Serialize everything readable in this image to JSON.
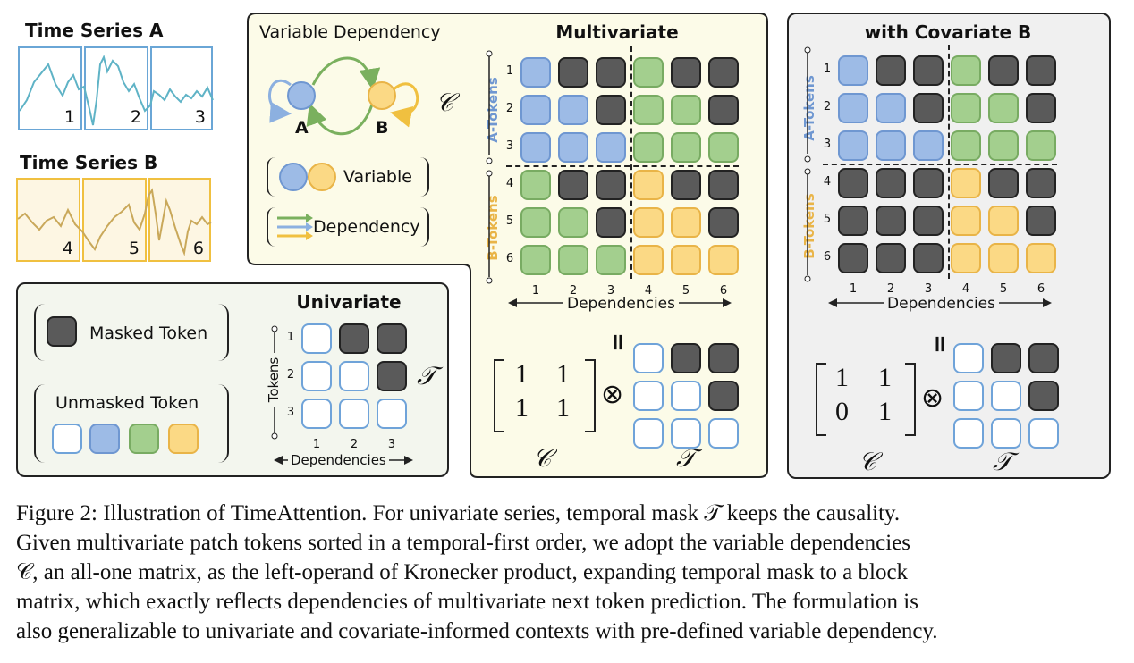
{
  "series_a": {
    "title": "Time Series A",
    "patches": [
      "1",
      "2",
      "3"
    ],
    "color": "#6aa6d6",
    "line_color": "#5fb3c6"
  },
  "series_b": {
    "title": "Time Series B",
    "patches": [
      "4",
      "5",
      "6"
    ],
    "color": "#f0c040",
    "line_color": "#c9a85a"
  },
  "dependency_panel": {
    "title": "Variable Dependency",
    "node_a": "A",
    "node_b": "B",
    "symbol": "𝒞",
    "legend_variable": "Variable",
    "legend_dependency": "Dependency"
  },
  "univariate": {
    "title": "Univariate",
    "masked_label": "Masked Token",
    "unmasked_label": "Unmasked Token",
    "y_label": "Tokens",
    "x_label": "Dependencies",
    "ticks": [
      "1",
      "2",
      "3"
    ],
    "symbol": "𝒯",
    "grid": [
      [
        "w",
        "m",
        "m"
      ],
      [
        "w",
        "w",
        "m"
      ],
      [
        "w",
        "w",
        "w"
      ]
    ]
  },
  "multivariate": {
    "title": "Multivariate",
    "a_tokens_label": "A-Tokens",
    "b_tokens_label": "B-Tokens",
    "x_label": "Dependencies",
    "ticks": [
      "1",
      "2",
      "3",
      "4",
      "5",
      "6"
    ],
    "grid": [
      [
        "b",
        "m",
        "m",
        "g",
        "m",
        "m"
      ],
      [
        "b",
        "b",
        "m",
        "g",
        "g",
        "m"
      ],
      [
        "b",
        "b",
        "b",
        "g",
        "g",
        "g"
      ],
      [
        "g",
        "m",
        "m",
        "y",
        "m",
        "m"
      ],
      [
        "g",
        "g",
        "m",
        "y",
        "y",
        "m"
      ],
      [
        "g",
        "g",
        "g",
        "y",
        "y",
        "y"
      ]
    ],
    "equals": "=",
    "matrix": [
      [
        "1",
        "1"
      ],
      [
        "1",
        "1"
      ]
    ],
    "otimes": "⊗",
    "c_label": "𝒞",
    "t_label": "𝒯",
    "t_grid": [
      [
        "w",
        "m",
        "m"
      ],
      [
        "w",
        "w",
        "m"
      ],
      [
        "w",
        "w",
        "w"
      ]
    ]
  },
  "covariate": {
    "title": "with Covariate B",
    "a_tokens_label": "A-Tokens",
    "b_tokens_label": "B-Tokens",
    "x_label": "Dependencies",
    "ticks": [
      "1",
      "2",
      "3",
      "4",
      "5",
      "6"
    ],
    "grid": [
      [
        "b",
        "m",
        "m",
        "g",
        "m",
        "m"
      ],
      [
        "b",
        "b",
        "m",
        "g",
        "g",
        "m"
      ],
      [
        "b",
        "b",
        "b",
        "g",
        "g",
        "g"
      ],
      [
        "m",
        "m",
        "m",
        "y",
        "m",
        "m"
      ],
      [
        "m",
        "m",
        "m",
        "y",
        "y",
        "m"
      ],
      [
        "m",
        "m",
        "m",
        "y",
        "y",
        "y"
      ]
    ],
    "equals": "=",
    "matrix": [
      [
        "1",
        "1"
      ],
      [
        "0",
        "1"
      ]
    ],
    "otimes": "⊗",
    "c_label": "𝒞",
    "t_label": "𝒯",
    "t_grid": [
      [
        "w",
        "m",
        "m"
      ],
      [
        "w",
        "w",
        "m"
      ],
      [
        "w",
        "w",
        "w"
      ]
    ]
  },
  "caption": [
    "Figure 2: Illustration of TimeAttention. For univariate series, temporal mask 𝒯 keeps the causality.",
    "Given multivariate patch tokens sorted in a temporal-first order, we adopt the variable dependencies",
    "𝒞, an all-one matrix, as the left-operand of Kronecker product, expanding temporal mask to a block",
    "matrix, which exactly reflects dependencies of multivariate next token prediction. The formulation is",
    "also generalizable to univariate and covariate-informed contexts with pre-defined variable dependency."
  ]
}
